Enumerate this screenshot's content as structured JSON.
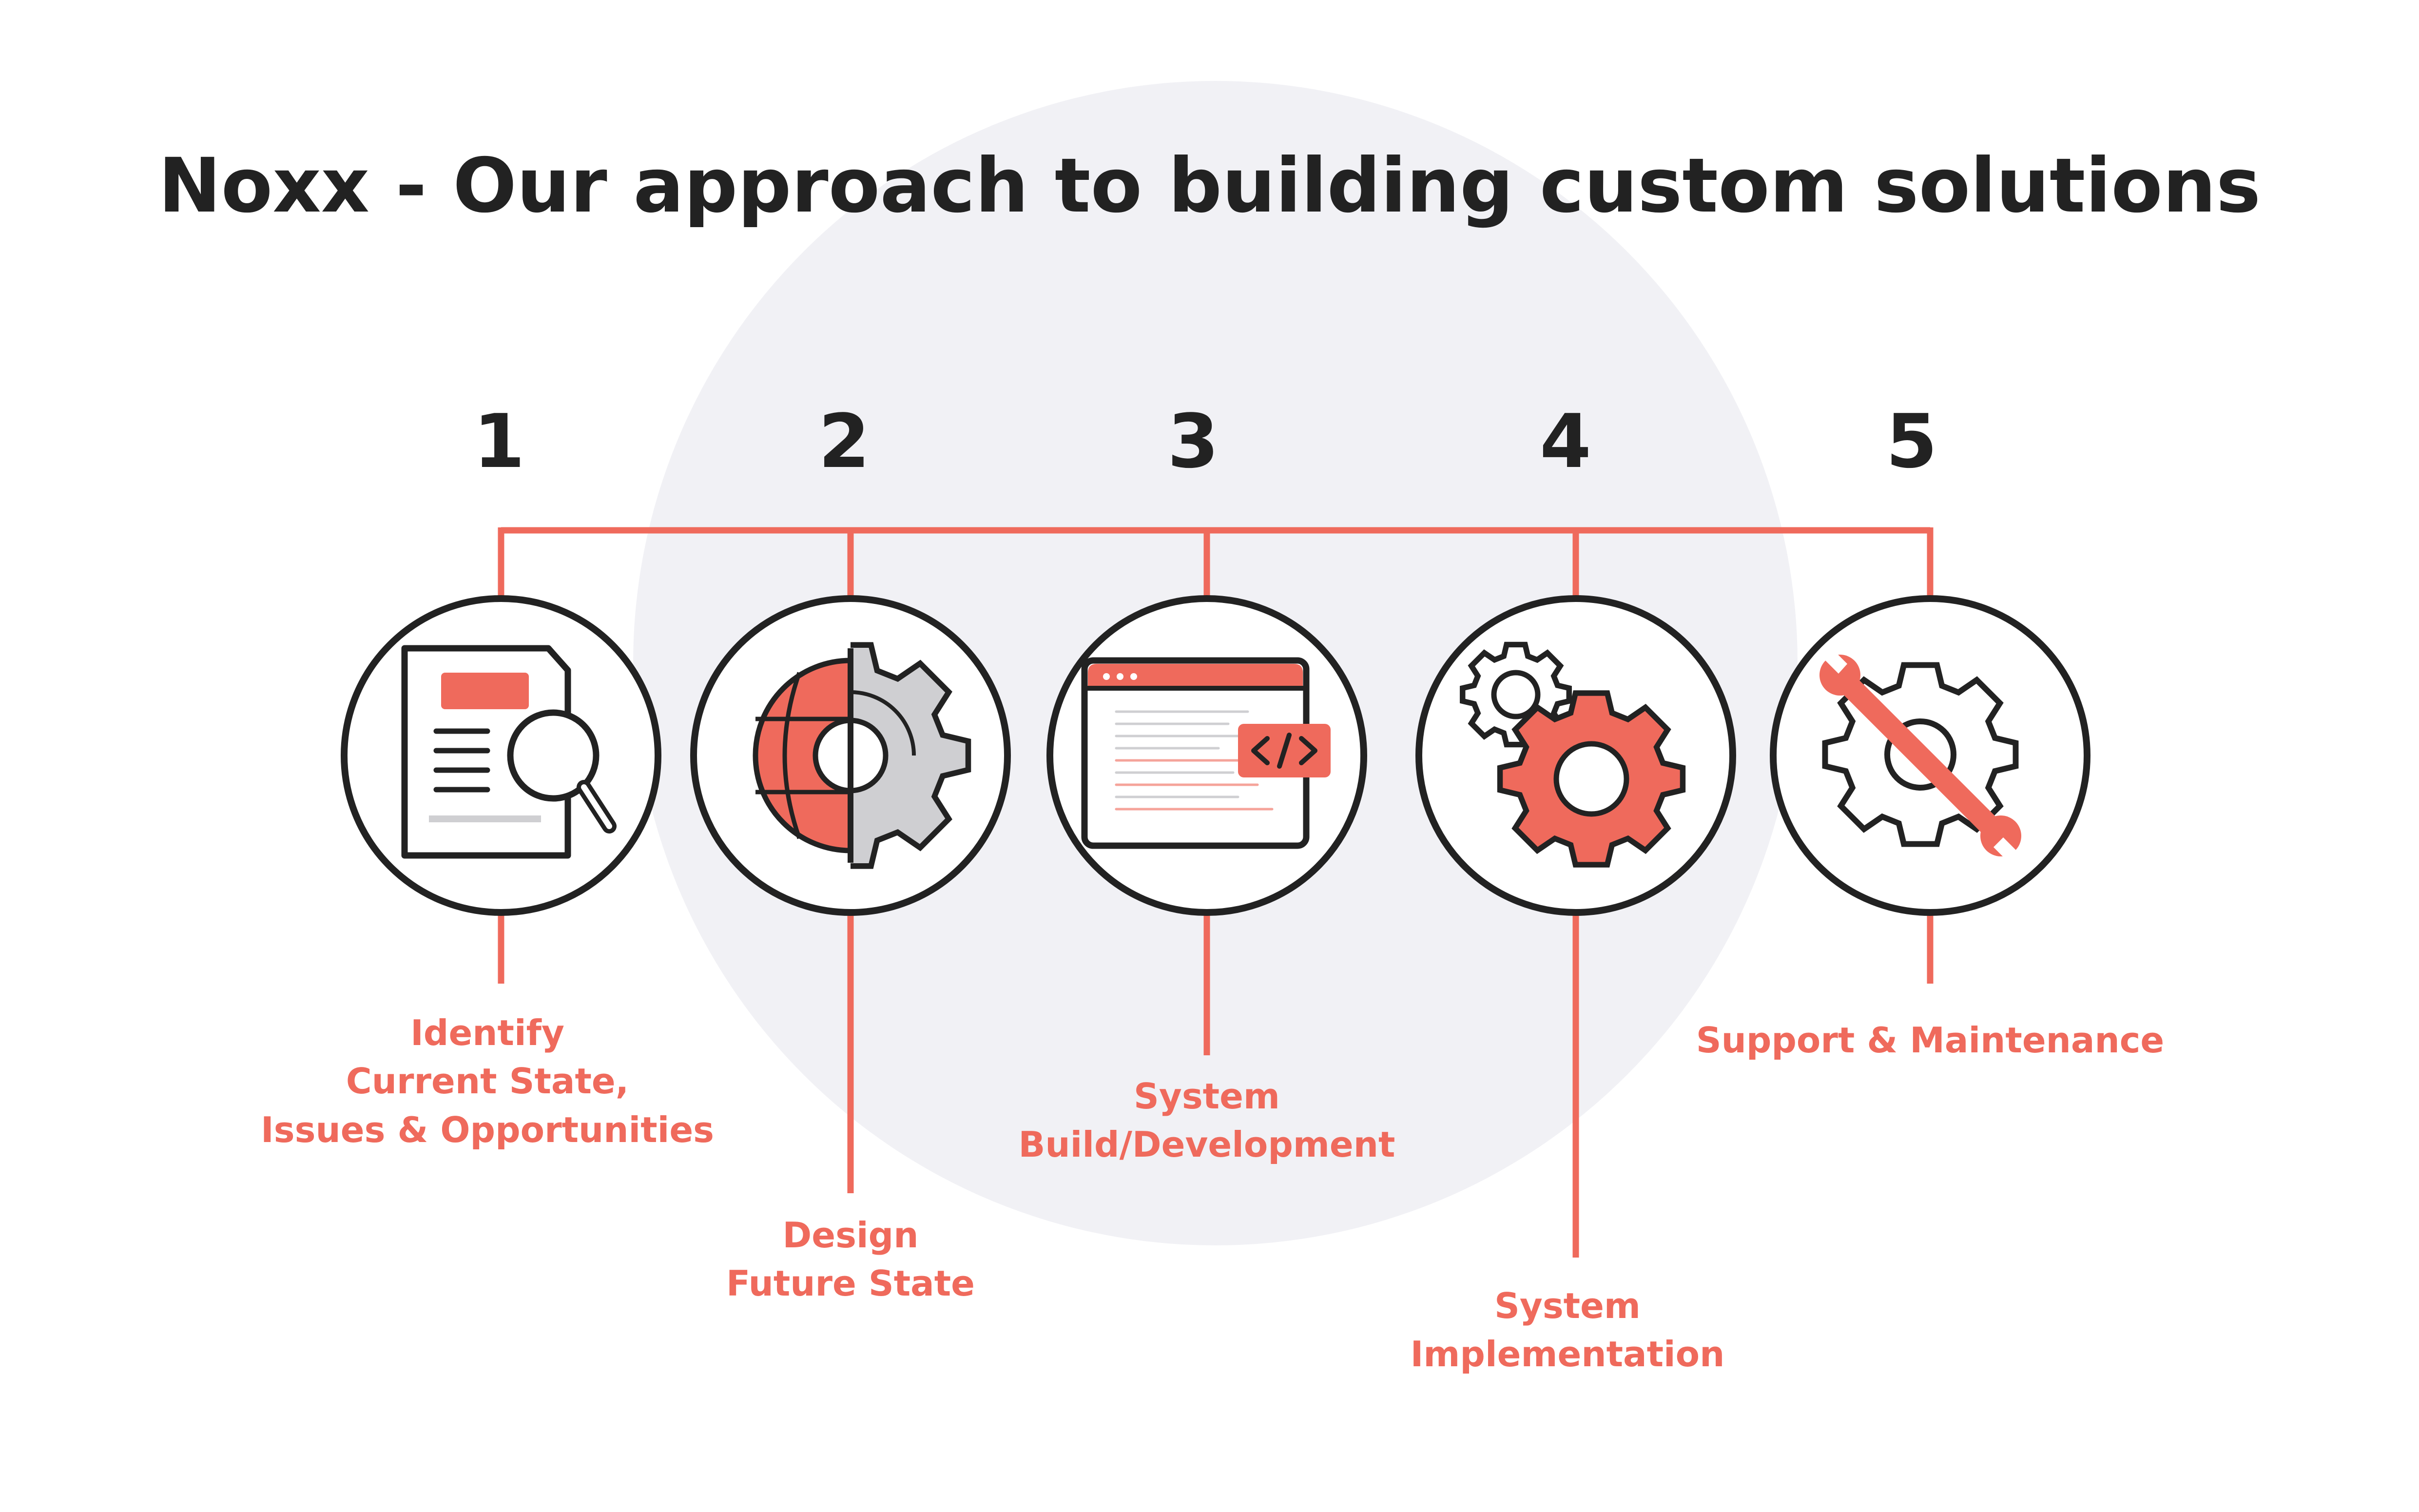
{
  "title": "Noxx - Our approach to building custom solutions",
  "colors": {
    "accent": "#ef6a5c",
    "dark": "#222222",
    "gray": "#cfcfd2",
    "background_circle": "#f1f1f5"
  },
  "steps": [
    {
      "number": "1",
      "icon": "document-search-icon",
      "label_lines": [
        "Identify",
        "Current State,",
        "Issues & Opportunities"
      ]
    },
    {
      "number": "2",
      "icon": "globe-gear-icon",
      "label_lines": [
        "Design",
        "Future State"
      ]
    },
    {
      "number": "3",
      "icon": "code-window-icon",
      "label_lines": [
        "System",
        "Build/Development"
      ]
    },
    {
      "number": "4",
      "icon": "gears-icon",
      "label_lines": [
        "System",
        "Implementation"
      ]
    },
    {
      "number": "5",
      "icon": "wrench-gear-icon",
      "label_lines": [
        "Support & Maintenance"
      ]
    }
  ]
}
